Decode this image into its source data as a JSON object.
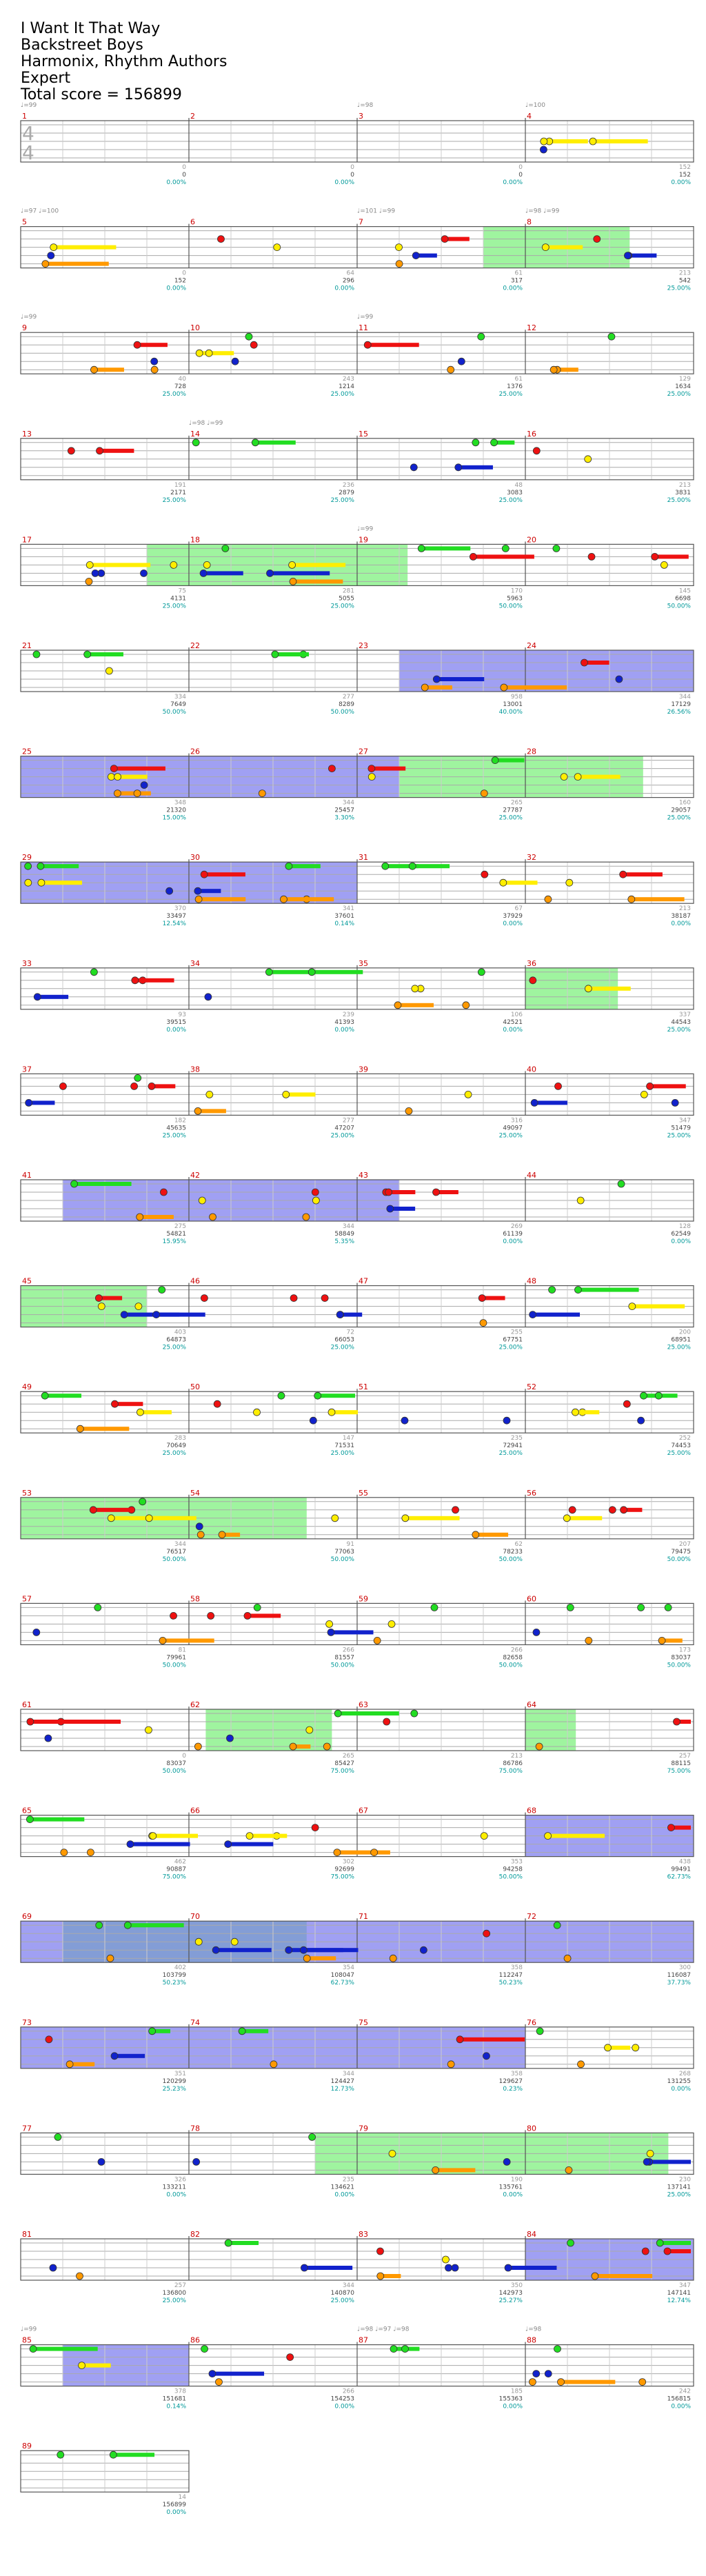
{
  "song": {
    "title": "I Want It That Way",
    "artist": "Backstreet Boys",
    "charter": "Harmonix, Rhythm Authors",
    "difficulty": "Expert",
    "total_score_label": "Total score = 156899"
  },
  "colors": {
    "green": "#22dd22",
    "red": "#ee1111",
    "yellow": "#ffee00",
    "blue": "#1122cc",
    "orange": "#ff9900",
    "star_power": "#8ef28e",
    "overdrive": "#7777ee",
    "measure_number": "#cc0000",
    "score_text": "#444444",
    "multiplier_text": "#009999",
    "tempo_text": "#888888"
  },
  "time_signature": {
    "top": "4",
    "bottom": "4"
  },
  "rows": [
    {
      "measures": [
        1,
        2,
        3,
        4
      ],
      "tempos": [
        "♩=99",
        "",
        "♩=98",
        "♩=100"
      ],
      "scores": [
        [
          0,
          "0.00%"
        ],
        [
          0,
          "0.00%"
        ],
        [
          0,
          "0.00%"
        ],
        [
          152,
          "0.00%"
        ]
      ],
      "beat_counts": [
        0,
        0,
        0,
        152
      ],
      "sp": [],
      "od": []
    },
    {
      "measures": [
        5,
        6,
        7,
        8
      ],
      "tempos": [
        "♩=97 ♩=100",
        "",
        "♩=101 ♩=99",
        "♩=98 ♩=99"
      ],
      "scores": [
        [
          152,
          "0.00%"
        ],
        [
          296,
          "0.00%"
        ],
        [
          317,
          "0.00%"
        ],
        [
          542,
          "25.00%"
        ]
      ],
      "beat_counts": [
        0,
        64,
        61,
        213
      ],
      "sp": [
        [
          2.75,
          3.62
        ]
      ],
      "od": []
    },
    {
      "measures": [
        9,
        10,
        11,
        12
      ],
      "tempos": [
        "♩=99",
        "",
        "♩=99",
        ""
      ],
      "scores": [
        [
          728,
          "25.00%"
        ],
        [
          1214,
          "25.00%"
        ],
        [
          1376,
          "25.00%"
        ],
        [
          1634,
          "25.00%"
        ]
      ],
      "beat_counts": [
        40,
        243,
        61,
        129
      ],
      "sp": [],
      "od": []
    },
    {
      "measures": [
        13,
        14,
        15,
        16
      ],
      "tempos": [
        "",
        "♩=98 ♩=99",
        "",
        ""
      ],
      "scores": [
        [
          2171,
          "25.00%"
        ],
        [
          2879,
          "25.00%"
        ],
        [
          3083,
          "25.00%"
        ],
        [
          3831,
          "25.00%"
        ]
      ],
      "beat_counts": [
        191,
        236,
        48,
        213
      ],
      "sp": [],
      "od": []
    },
    {
      "measures": [
        17,
        18,
        19,
        20
      ],
      "tempos": [
        "",
        "",
        "♩=99",
        ""
      ],
      "scores": [
        [
          4131,
          "25.00%"
        ],
        [
          5055,
          "25.00%"
        ],
        [
          5963,
          "50.00%"
        ],
        [
          6698,
          "50.00%"
        ]
      ],
      "beat_counts": [
        75,
        281,
        170,
        145
      ],
      "sp": [
        [
          0.75,
          2.3
        ]
      ],
      "od": []
    },
    {
      "measures": [
        21,
        22,
        23,
        24
      ],
      "tempos": [
        "",
        "",
        "",
        ""
      ],
      "scores": [
        [
          7649,
          "50.00%"
        ],
        [
          8289,
          "50.00%"
        ],
        [
          13001,
          "40.00%"
        ],
        [
          17129,
          "26.56%"
        ]
      ],
      "beat_counts": [
        334,
        277,
        958,
        344
      ],
      "sp": [],
      "od": [
        [
          2.25,
          4.0
        ]
      ]
    },
    {
      "measures": [
        25,
        26,
        27,
        28
      ],
      "tempos": [
        "",
        "",
        "",
        ""
      ],
      "scores": [
        [
          21320,
          "15.00%"
        ],
        [
          25457,
          "3.30%"
        ],
        [
          27787,
          "25.00%"
        ],
        [
          29057,
          "25.00%"
        ]
      ],
      "beat_counts": [
        348,
        344,
        265,
        160
      ],
      "sp": [
        [
          2.25,
          3.7
        ]
      ],
      "od": [
        [
          0,
          2.25
        ]
      ]
    },
    {
      "measures": [
        29,
        30,
        31,
        32
      ],
      "tempos": [
        "",
        "",
        "",
        ""
      ],
      "scores": [
        [
          33497,
          "12.54%"
        ],
        [
          37601,
          "0.14%"
        ],
        [
          37929,
          "0.00%"
        ],
        [
          38187,
          "0.00%"
        ]
      ],
      "beat_counts": [
        370,
        341,
        67,
        213
      ],
      "sp": [],
      "od": [
        [
          0,
          2.0
        ]
      ]
    },
    {
      "measures": [
        33,
        34,
        35,
        36
      ],
      "tempos": [
        "",
        "",
        "",
        ""
      ],
      "scores": [
        [
          39515,
          "0.00%"
        ],
        [
          41393,
          "0.00%"
        ],
        [
          42521,
          "0.00%"
        ],
        [
          44543,
          "25.00%"
        ]
      ],
      "beat_counts": [
        93,
        239,
        106,
        337
      ],
      "sp": [
        [
          3.0,
          3.55
        ]
      ],
      "od": []
    },
    {
      "measures": [
        37,
        38,
        39,
        40
      ],
      "tempos": [
        "",
        "",
        "",
        ""
      ],
      "scores": [
        [
          45635,
          "25.00%"
        ],
        [
          47207,
          "25.00%"
        ],
        [
          49097,
          "25.00%"
        ],
        [
          51479,
          "25.00%"
        ]
      ],
      "beat_counts": [
        182,
        277,
        316,
        347
      ],
      "sp": [],
      "od": []
    },
    {
      "measures": [
        41,
        42,
        43,
        44
      ],
      "tempos": [
        "",
        "",
        "",
        ""
      ],
      "scores": [
        [
          54821,
          "15.95%"
        ],
        [
          58849,
          "5.35%"
        ],
        [
          61139,
          "0.00%"
        ],
        [
          62549,
          "0.00%"
        ]
      ],
      "beat_counts": [
        275,
        344,
        269,
        128
      ],
      "sp": [],
      "od": [
        [
          0.25,
          2.25
        ]
      ]
    },
    {
      "measures": [
        45,
        46,
        47,
        48
      ],
      "tempos": [
        "",
        "",
        "",
        ""
      ],
      "scores": [
        [
          64873,
          "25.00%"
        ],
        [
          66053,
          "25.00%"
        ],
        [
          67751,
          "25.00%"
        ],
        [
          68951,
          "25.00%"
        ]
      ],
      "beat_counts": [
        403,
        72,
        255,
        200
      ],
      "sp": [
        [
          0,
          0.75
        ]
      ],
      "od": []
    },
    {
      "measures": [
        49,
        50,
        51,
        52
      ],
      "tempos": [
        "",
        "",
        "",
        ""
      ],
      "scores": [
        [
          70649,
          "25.00%"
        ],
        [
          71531,
          "25.00%"
        ],
        [
          72941,
          "25.00%"
        ],
        [
          74453,
          "25.00%"
        ]
      ],
      "beat_counts": [
        283,
        147,
        235,
        252
      ],
      "sp": [],
      "od": []
    },
    {
      "measures": [
        53,
        54,
        55,
        56
      ],
      "tempos": [
        "",
        "",
        "",
        ""
      ],
      "scores": [
        [
          76517,
          "50.00%"
        ],
        [
          77063,
          "50.00%"
        ],
        [
          78233,
          "50.00%"
        ],
        [
          79475,
          "50.00%"
        ]
      ],
      "beat_counts": [
        344,
        91,
        62,
        207
      ],
      "sp": [
        [
          0,
          1.7
        ]
      ],
      "od": []
    },
    {
      "measures": [
        57,
        58,
        59,
        60
      ],
      "tempos": [
        "",
        "",
        "",
        ""
      ],
      "scores": [
        [
          79961,
          "50.00%"
        ],
        [
          81557,
          "50.00%"
        ],
        [
          82658,
          "50.00%"
        ],
        [
          83037,
          "50.00%"
        ]
      ],
      "beat_counts": [
        81,
        266,
        266,
        173
      ],
      "sp": [],
      "od": []
    },
    {
      "measures": [
        61,
        62,
        63,
        64
      ],
      "tempos": [
        "",
        "",
        "",
        ""
      ],
      "scores": [
        [
          83037,
          "50.00%"
        ],
        [
          85427,
          "75.00%"
        ],
        [
          86786,
          "75.00%"
        ],
        [
          88115,
          "75.00%"
        ]
      ],
      "beat_counts": [
        0,
        265,
        213,
        257
      ],
      "sp": [
        [
          1.1,
          1.85
        ],
        [
          3.0,
          3.3
        ]
      ],
      "od": []
    },
    {
      "measures": [
        65,
        66,
        67,
        68
      ],
      "tempos": [
        "",
        "",
        "",
        ""
      ],
      "scores": [
        [
          90887,
          "75.00%"
        ],
        [
          92699,
          "75.00%"
        ],
        [
          94258,
          "50.00%"
        ],
        [
          99491,
          "62.73%"
        ]
      ],
      "beat_counts": [
        462,
        302,
        353,
        438
      ],
      "sp": [],
      "od": [
        [
          3.0,
          4.0
        ]
      ]
    },
    {
      "measures": [
        69,
        70,
        71,
        72
      ],
      "tempos": [
        "",
        "",
        "",
        ""
      ],
      "scores": [
        [
          103799,
          "50.23%"
        ],
        [
          108047,
          "62.73%"
        ],
        [
          112247,
          "50.23%"
        ],
        [
          116087,
          "37.73%"
        ]
      ],
      "beat_counts": [
        402,
        354,
        358,
        300
      ],
      "sp": [
        [
          0.25,
          1.7
        ]
      ],
      "od": [
        [
          0,
          4.0
        ]
      ]
    },
    {
      "measures": [
        73,
        74,
        75,
        76
      ],
      "tempos": [
        "",
        "",
        "",
        ""
      ],
      "scores": [
        [
          120299,
          "25.23%"
        ],
        [
          124427,
          "12.73%"
        ],
        [
          129627,
          "0.23%"
        ],
        [
          131255,
          "0.00%"
        ]
      ],
      "beat_counts": [
        351,
        344,
        358,
        268
      ],
      "sp": [],
      "od": [
        [
          0,
          3.0
        ]
      ]
    },
    {
      "measures": [
        77,
        78,
        79,
        80
      ],
      "tempos": [
        "",
        "",
        "",
        ""
      ],
      "scores": [
        [
          133211,
          "0.00%"
        ],
        [
          134621,
          "0.00%"
        ],
        [
          135761,
          "0.00%"
        ],
        [
          137141,
          "25.00%"
        ]
      ],
      "beat_counts": [
        326,
        235,
        190,
        230
      ],
      "sp": [
        [
          1.75,
          3.85
        ]
      ],
      "od": []
    },
    {
      "measures": [
        81,
        82,
        83,
        84
      ],
      "tempos": [
        "",
        "",
        "",
        ""
      ],
      "scores": [
        [
          136800,
          "25.00%"
        ],
        [
          140870,
          "25.00%"
        ],
        [
          142973,
          "25.27%"
        ],
        [
          147141,
          "12.74%"
        ]
      ],
      "beat_counts": [
        257,
        344,
        350,
        347
      ],
      "sp": [],
      "od": [
        [
          3.0,
          4.0
        ]
      ]
    },
    {
      "measures": [
        85,
        86,
        87,
        88
      ],
      "tempos": [
        "♩=99",
        "",
        "♩=98 ♩=97 ♩=98",
        "♩=98"
      ],
      "scores": [
        [
          151681,
          "0.14%"
        ],
        [
          154253,
          "0.00%"
        ],
        [
          155363,
          "0.00%"
        ],
        [
          156815,
          "0.00%"
        ]
      ],
      "beat_counts": [
        378,
        266,
        185,
        242
      ],
      "sp": [],
      "od": [
        [
          0.25,
          1.0
        ]
      ]
    },
    {
      "measures": [
        89
      ],
      "tempos": [
        ""
      ],
      "scores": [
        [
          156899,
          "0.00%"
        ]
      ],
      "beat_counts": [
        14
      ],
      "sp": [],
      "od": []
    }
  ]
}
